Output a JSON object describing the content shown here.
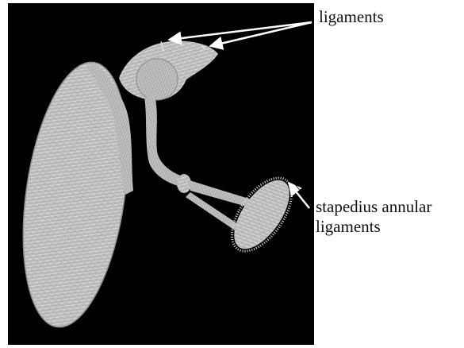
{
  "labels": {
    "top": "ligaments",
    "stapedius_line1": "stapedius annular",
    "stapedius_line2": "ligaments"
  },
  "colors": {
    "background": "#000000",
    "mesh_fill": "#b4b4b4",
    "mesh_line": "#e0e0e0",
    "arrow": "#ffffff"
  }
}
